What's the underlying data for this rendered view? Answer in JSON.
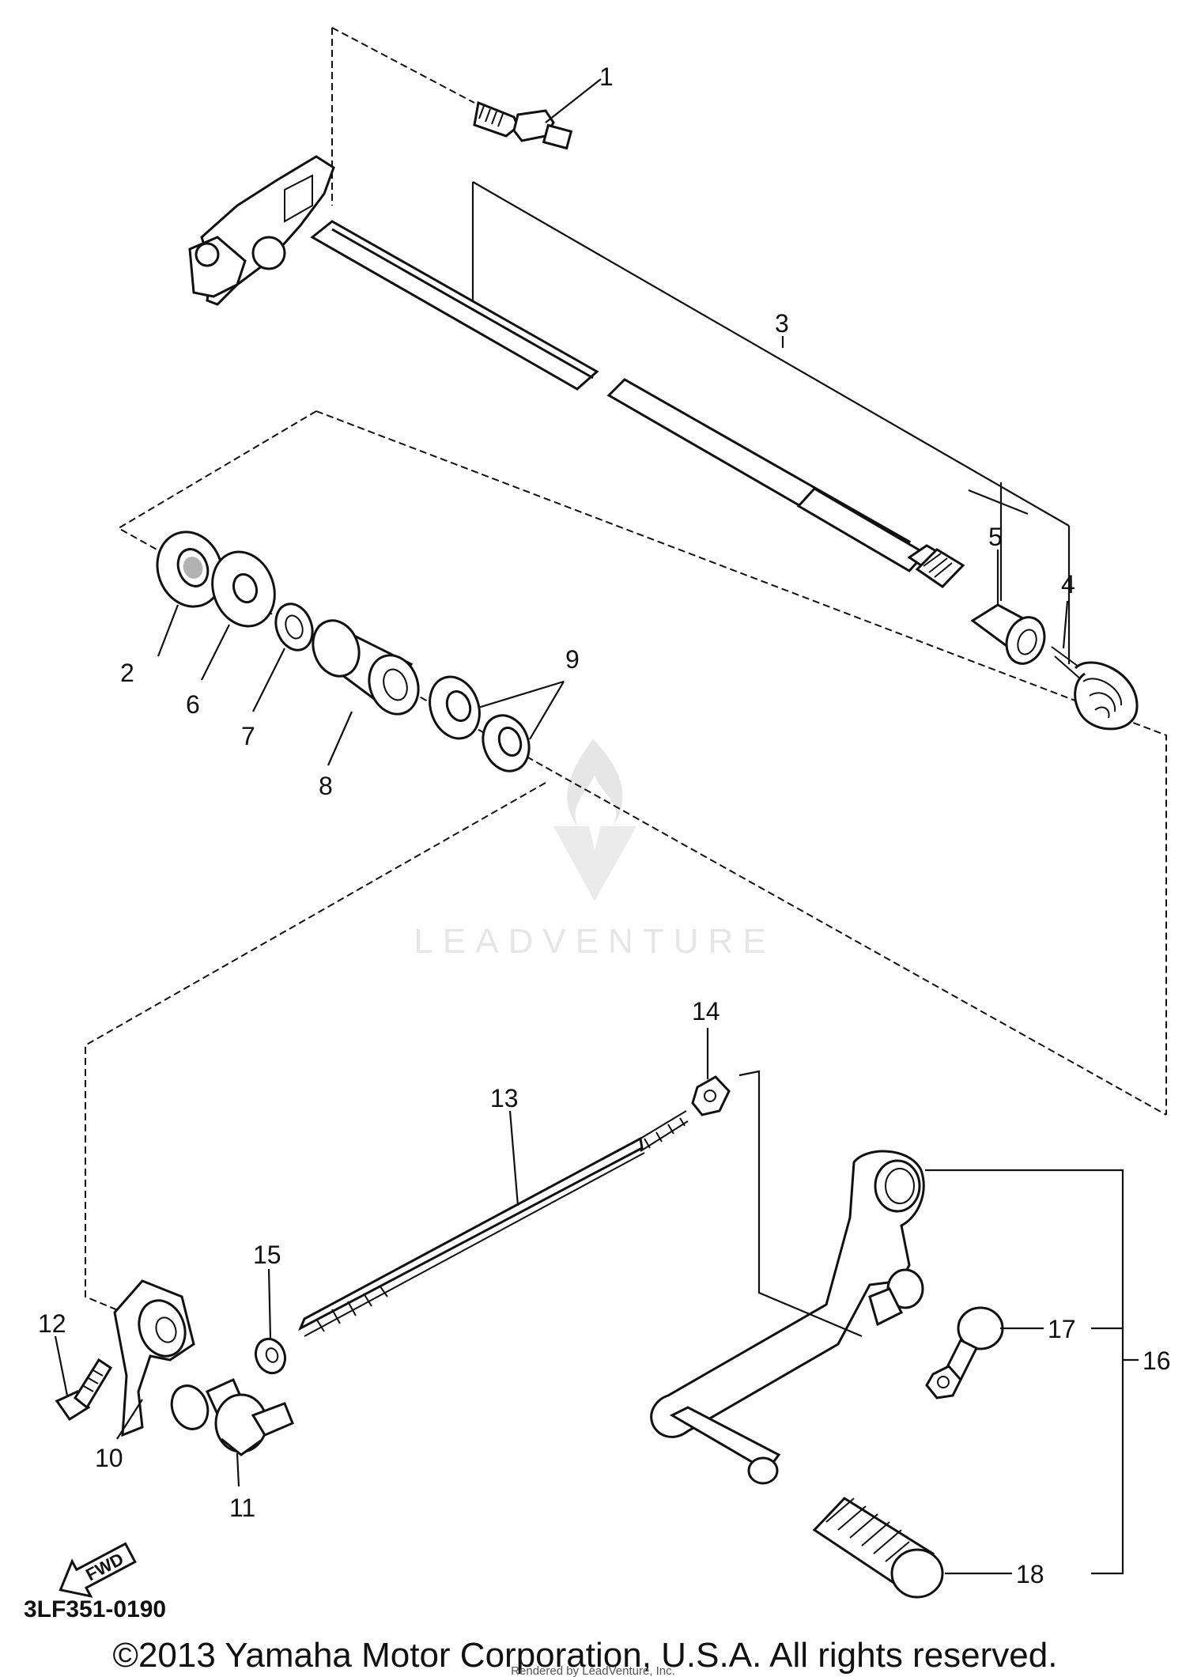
{
  "diagram": {
    "callouts": {
      "p1": "1",
      "p2": "2",
      "p3": "3",
      "p4": "4",
      "p5": "5",
      "p6": "6",
      "p7": "7",
      "p8": "8",
      "p9": "9",
      "p10": "10",
      "p11": "11",
      "p12": "12",
      "p13": "13",
      "p14": "14",
      "p15": "15",
      "p16": "16",
      "p17": "17",
      "p18": "18"
    },
    "diagram_code": "3LF351-0190",
    "fwd_label": "FWD",
    "copyright": "©2013 Yamaha Motor Corporation, U.S.A. All rights reserved.",
    "rendered_by": "Rendered by LeadVenture, Inc.",
    "watermark": "LEADVENTURE"
  }
}
